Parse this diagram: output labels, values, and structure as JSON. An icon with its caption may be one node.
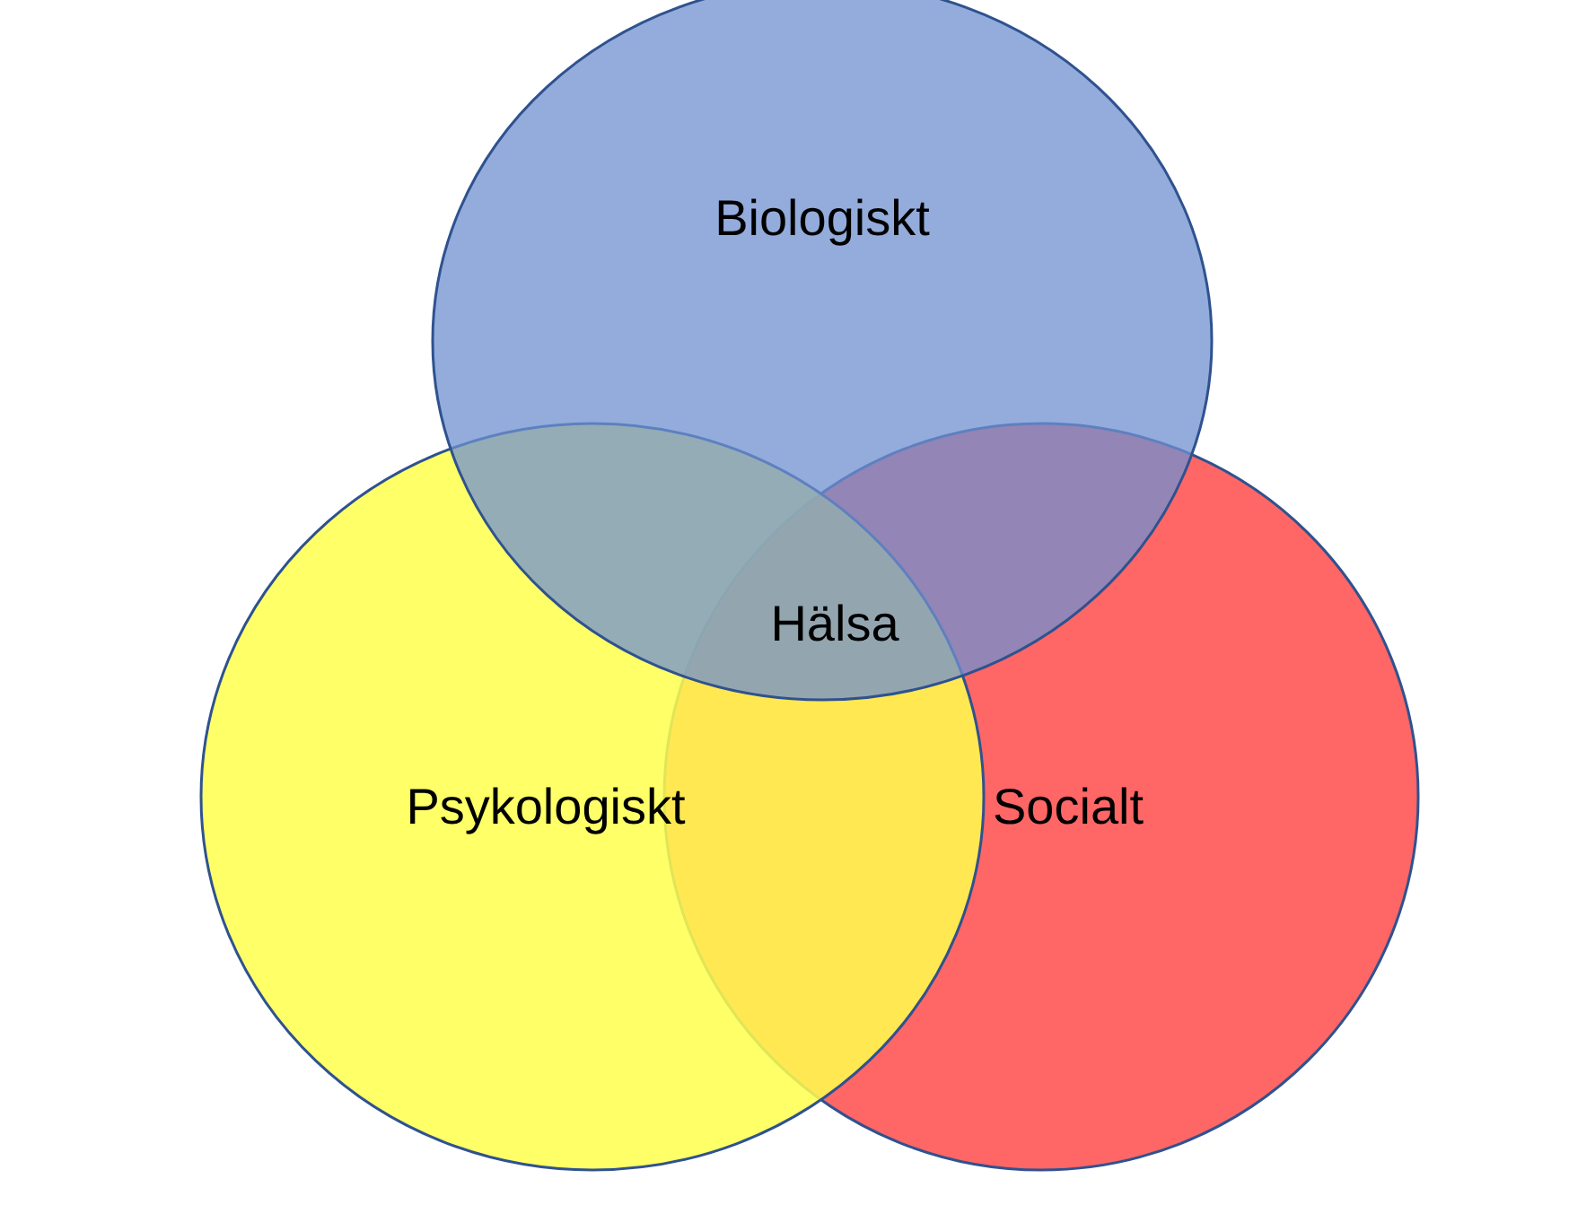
{
  "diagram": {
    "nodes": [
      {
        "text": [
          "Biologiskt"
        ]
      },
      {
        "text": [
          "Psykologiskt"
        ]
      },
      {
        "text": [
          "Socialt"
        ]
      }
    ],
    "labels": [
      "Hälsa"
    ]
  }
}
